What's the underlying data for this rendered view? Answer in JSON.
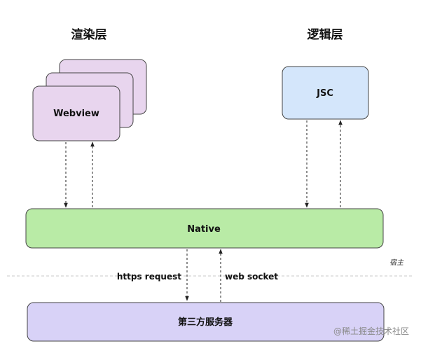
{
  "titles": {
    "render_layer": "渲染层",
    "logic_layer": "逻辑层"
  },
  "nodes": {
    "webview": "Webview",
    "jsc": "JSC",
    "native": "Native",
    "third_party_server": "第三方服务器"
  },
  "edges": {
    "https_request": "https request",
    "web_socket": "web socket"
  },
  "host_label": "宿主",
  "watermark": "@稀土掘金技术社区",
  "colors": {
    "webview_fill": "#e8d5ee",
    "jsc_fill": "#d4e6fb",
    "native_fill": "#b9eba6",
    "server_fill": "#d8d2f7",
    "stroke": "#444444"
  }
}
